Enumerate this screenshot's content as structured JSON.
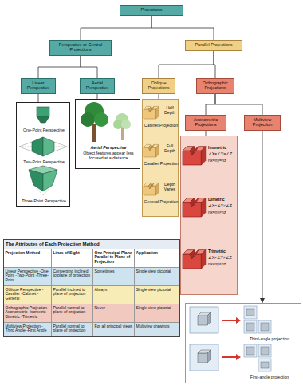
{
  "diagram": {
    "nodes": [
      {
        "text": [
          "Projections"
        ]
      },
      {
        "text": [
          "Perspective or Central Projections"
        ]
      },
      {
        "text": [
          "Parallel Projections"
        ]
      },
      {
        "text": [
          "Linear Perspective"
        ]
      },
      {
        "text": [
          "Aerial Perspective"
        ]
      },
      {
        "text": [
          "Oblique Projections"
        ]
      },
      {
        "text": [
          "Orthographic Projections"
        ]
      },
      {
        "text": [
          "Axonometric Projections"
        ]
      },
      {
        "text": [
          "Multiview Projection"
        ]
      },
      {
        "text": [
          "One-Point Perspective",
          "Two-Point Perspective",
          "Three-Point Perspective"
        ]
      },
      {
        "text": [
          "Aerial Perspective",
          "Object features appear less focused at a distance"
        ]
      },
      {
        "text": [
          "Half Depth",
          "Cabinet Projection",
          "Full Depth",
          "Cavalier Projection",
          "Depth Varies",
          "General Projection"
        ]
      },
      {
        "text": [
          "Isometric",
          "∠X=∠Y=∠Z",
          "nx=ny=nz",
          "Dimetric",
          "∠X=∠Y≠∠Z",
          "nx=ny≠nz",
          "Trimetric",
          "∠X≠∠Y≠∠Z",
          "nx≠ny≠nz"
        ]
      },
      {
        "text": [
          "The Attributes of Each Projection Method"
        ]
      },
      {
        "text": [
          "Third-angle projection",
          "First-angle projection"
        ]
      }
    ],
    "edges": [
      {
        "from": 0,
        "to": 1,
        "arrow": "none"
      },
      {
        "from": 0,
        "to": 2,
        "arrow": "none"
      },
      {
        "from": 1,
        "to": 3,
        "arrow": "none"
      },
      {
        "from": 1,
        "to": 4,
        "arrow": "none"
      },
      {
        "from": 2,
        "to": 5,
        "arrow": "none"
      },
      {
        "from": 2,
        "to": 6,
        "arrow": "none"
      },
      {
        "from": 6,
        "to": 7,
        "arrow": "none"
      },
      {
        "from": 6,
        "to": 8,
        "arrow": "none"
      },
      {
        "from": 3,
        "to": 9,
        "arrow": "none"
      },
      {
        "from": 4,
        "to": 10,
        "arrow": "none"
      },
      {
        "from": 5,
        "to": 11,
        "arrow": "none"
      },
      {
        "from": 7,
        "to": 12,
        "arrow": "none"
      },
      {
        "from": 8,
        "to": 14,
        "arrow": "to"
      }
    ],
    "labels": [
      "Projection Method",
      "Lines of Sight",
      "One Principal Plane Parallel to Plane of Projection",
      "Application",
      "Linear Perspective -One-Point -Two-Point -Three-Point",
      "Converging inclined to plane of projection",
      "Sometimes",
      "Single view pictorial",
      "Oblique Perspective -Cavalier -Cabinet -General",
      "Parallel inclined to plane of projection",
      "Always",
      "Single view pictorial",
      "Orthographic Projection Axonometric -Isometric -Dimetric -Trimetric",
      "Parallel normal to plane of projection",
      "Never",
      "Single view pictorial",
      "Multiview Projection -Third Angle -First Angle",
      "Parallel normal to plane of projection",
      "For all principal views",
      "Multiview drawings"
    ]
  }
}
